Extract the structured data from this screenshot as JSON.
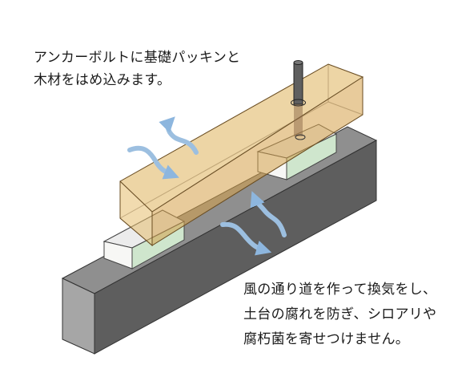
{
  "caption_top": {
    "lines": [
      "アンカーボルトに基礎パッキンと",
      "木材をはめ込みます。"
    ]
  },
  "caption_bottom": {
    "lines": [
      "風の通り道を作って換気をし、",
      "土台の腐れを防ぎ、シロアリや",
      "腐朽菌を寄せつけません。"
    ]
  },
  "colors": {
    "foundation_top": "#8f8f8f",
    "foundation_front": "#a6a6a6",
    "foundation_side": "#5e5e5e",
    "packing_white": "#f7f7f5",
    "packing_green": "#cfe6cd",
    "timber": "#e8c582",
    "timber_edge": "#a07a3a",
    "anchor_bolt": "#5f5f5f",
    "airflow_arrow": "#9cbfe0"
  }
}
